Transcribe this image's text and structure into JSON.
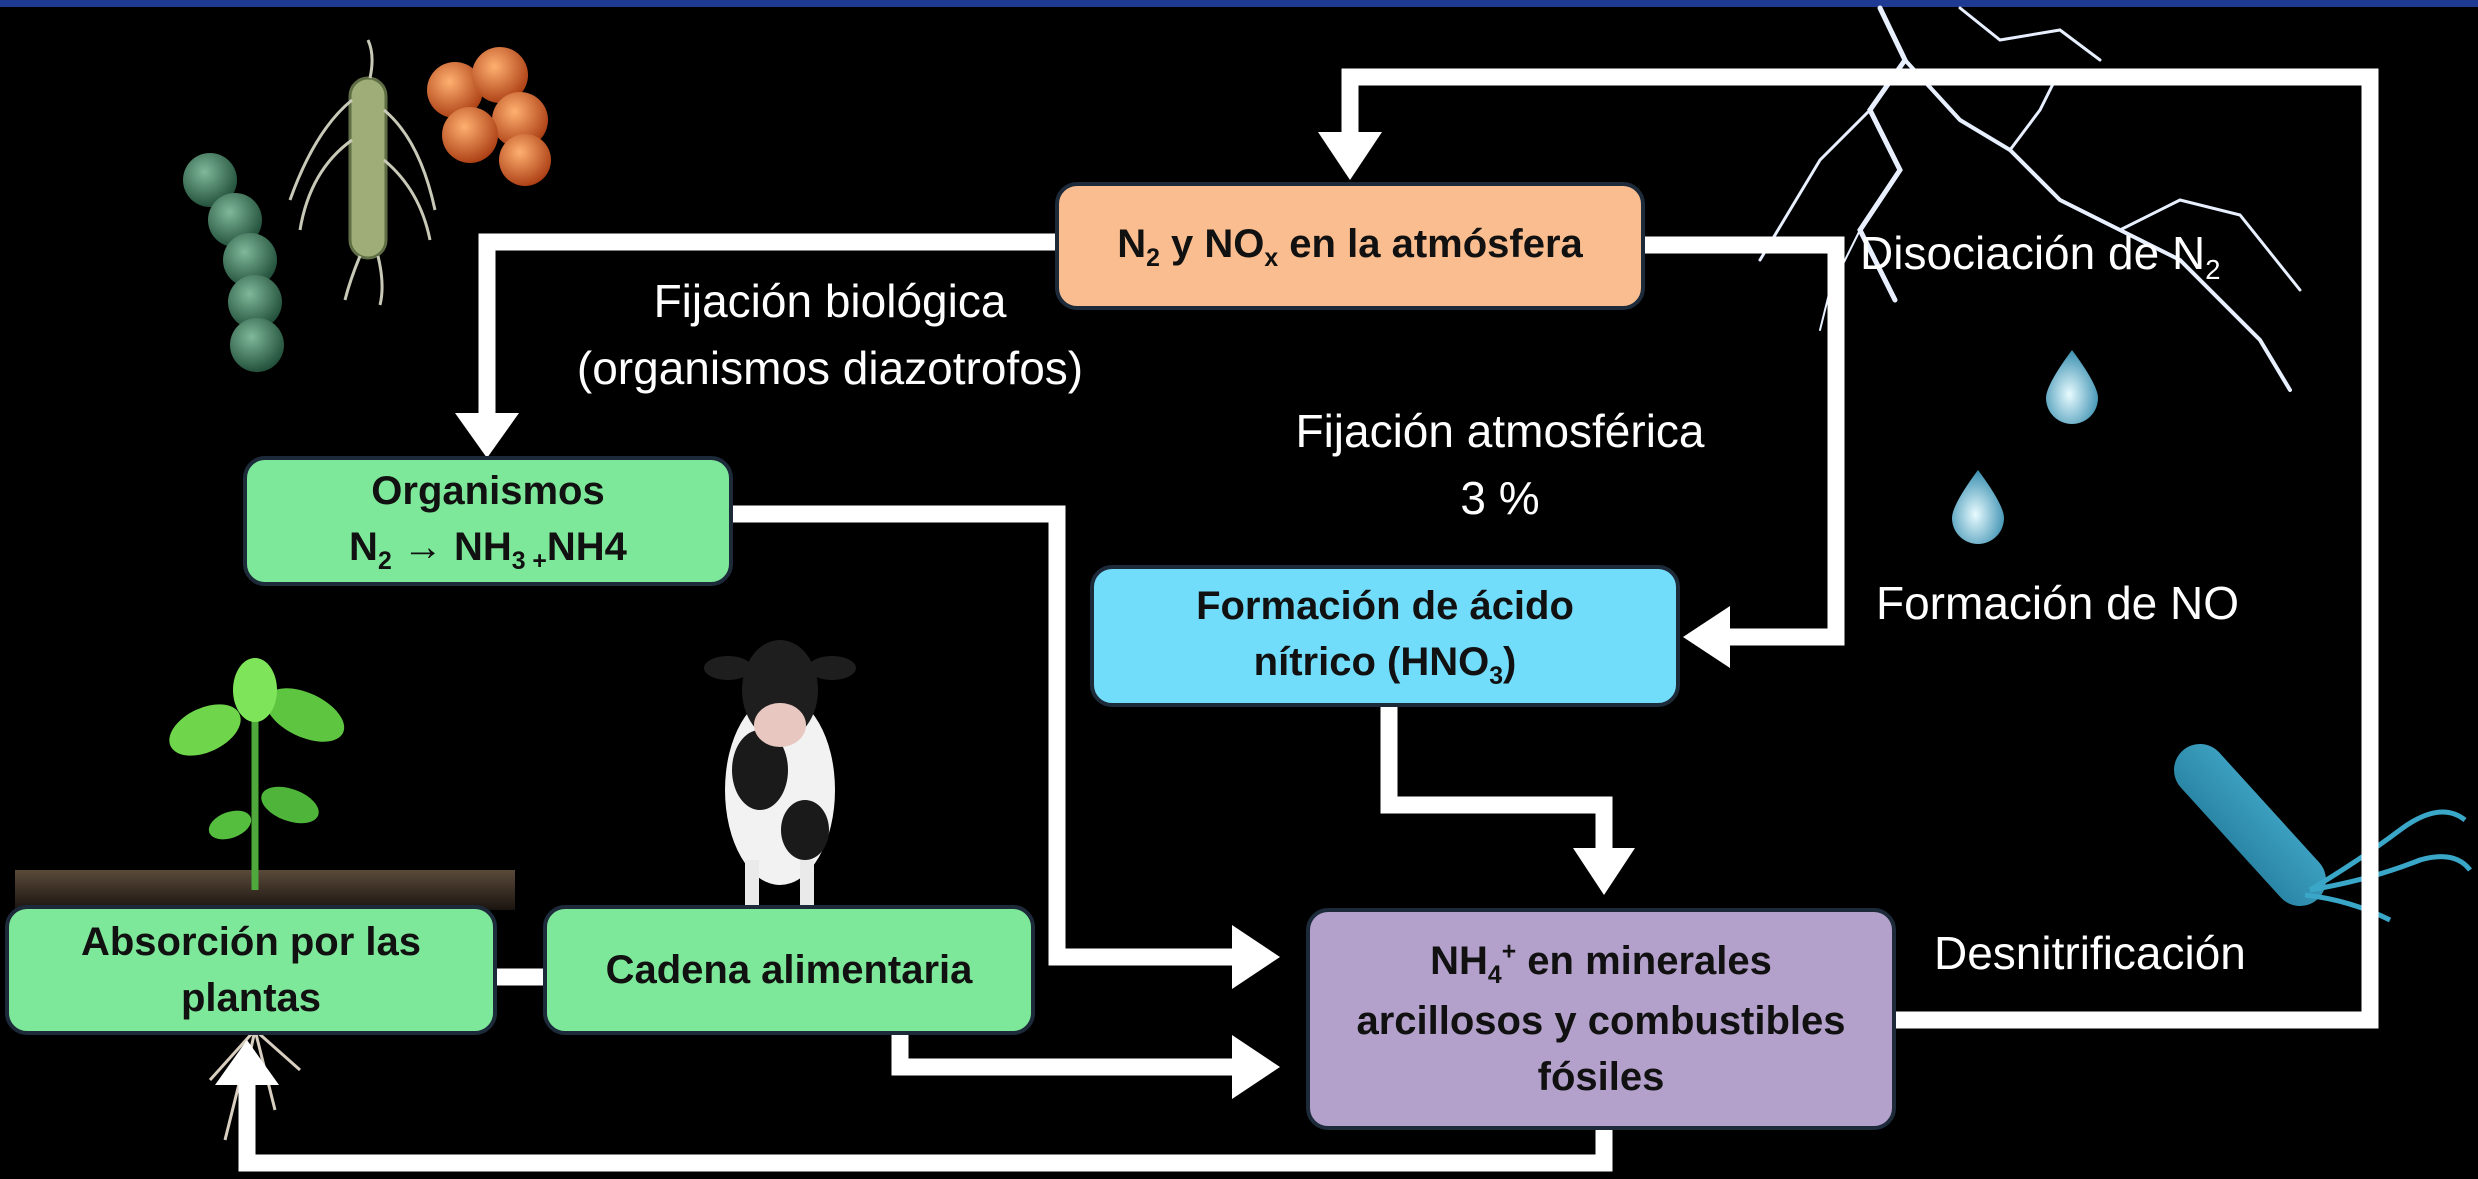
{
  "colors": {
    "background": "#000000",
    "arrow": "#ffffff",
    "green_box": "#7ee89a",
    "orange_box": "#f9bd8f",
    "cyan_box": "#72dcfb",
    "purple_box": "#b3a1cb",
    "top_bar": "#1f3a93"
  },
  "icons": [
    "bacteria-chain-icon",
    "bacillus-icon",
    "cocci-cluster-icon",
    "lightning-icon",
    "water-drop-icon",
    "plant-icon",
    "cow-icon",
    "bacterium-flagella-icon"
  ],
  "boxes": {
    "atmosphere": {
      "main": "N",
      "sub1": "2",
      "mid": " y NO",
      "sub2": "x",
      "tail": " en la atmósfera"
    },
    "organisms": {
      "line1": "Organismos",
      "l2a": "N",
      "l2sub": "2",
      "l2b": " → NH",
      "l2sub2": "3 +",
      "l2c": "NH4"
    },
    "nitric": {
      "line1": "Formación de ácido",
      "l2a": "nítrico (HNO",
      "l2sub": "3",
      "l2b": ")"
    },
    "minerals": {
      "l1a": "NH",
      "l1sub": "4",
      "l1sup": "+",
      "l1b": " en minerales",
      "line2": "arcillosos y combustibles",
      "line3": "fósiles"
    },
    "plants": {
      "line1": "Absorción por las",
      "line2": "plantas"
    },
    "food_chain": {
      "line1": "Cadena alimentaria"
    }
  },
  "labels": {
    "bio_fixation_1": "Fijación biológica",
    "bio_fixation_2": "(organismos diazotrofos)",
    "atm_fixation_1": "Fijación atmosférica",
    "atm_fixation_2": "3 %",
    "dissociation_main": "Disociación de N",
    "dissociation_sub": "2",
    "no_formation": "Formación de NO",
    "denitrification": "Desnitrificación"
  }
}
